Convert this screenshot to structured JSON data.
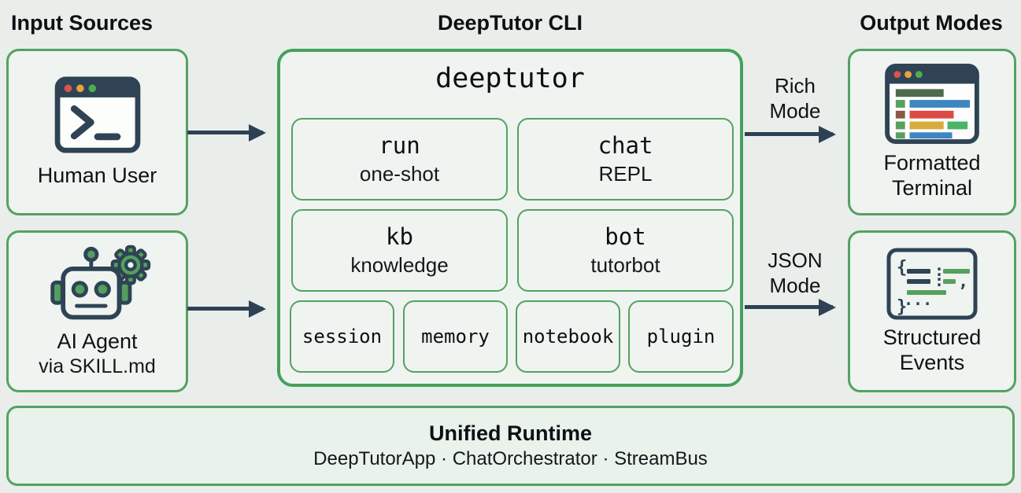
{
  "headings": {
    "input_sources": "Input Sources",
    "deeptutor_cli": "DeepTutor CLI",
    "output_modes": "Output Modes"
  },
  "input_sources": {
    "human_user": {
      "label": "Human User",
      "icon": "terminal-window-icon"
    },
    "ai_agent": {
      "label": "AI Agent",
      "sublabel": "via SKILL.md",
      "icon": "robot-icon",
      "secondary_icon": "gear-icon"
    }
  },
  "cli": {
    "title": "deeptutor",
    "commands": [
      {
        "name": "run",
        "desc": "one-shot"
      },
      {
        "name": "chat",
        "desc": "REPL"
      },
      {
        "name": "kb",
        "desc": "knowledge"
      },
      {
        "name": "bot",
        "desc": "tutorbot"
      }
    ],
    "subcommands": [
      "session",
      "memory",
      "notebook",
      "plugin"
    ]
  },
  "outputs": {
    "rich": {
      "mode_label": "Rich Mode",
      "target_label": "Formatted Terminal",
      "icon": "formatted-terminal-icon"
    },
    "json": {
      "mode_label": "JSON Mode",
      "target_label": "Structured Events",
      "icon": "json-braces-icon"
    }
  },
  "runtime": {
    "title": "Unified Runtime",
    "components": "DeepTutorApp · ChatOrchestrator · StreamBus"
  },
  "json_icon_glyphs": {
    "open_brace": "{",
    "close_brace": "}",
    "colon_1": ":",
    "colon_2": ":",
    "comma": ",",
    "ellipsis": "..."
  },
  "colors": {
    "accent_green": "#55a163",
    "accent_green_bold": "#46a05c",
    "arrow_dark": "#2e4154",
    "icon_dark_slate": "#2f4355",
    "dot_red": "#d9534f",
    "dot_yellow": "#e8a33d",
    "dot_green": "#4cae51",
    "bar_dark_green": "#4d6b4d",
    "bar_green": "#57a05d",
    "bar_blue": "#3e86c0",
    "bar_red": "#dd4b43",
    "bar_yellow": "#d9ab3c",
    "bar_brown": "#8a5a44"
  }
}
